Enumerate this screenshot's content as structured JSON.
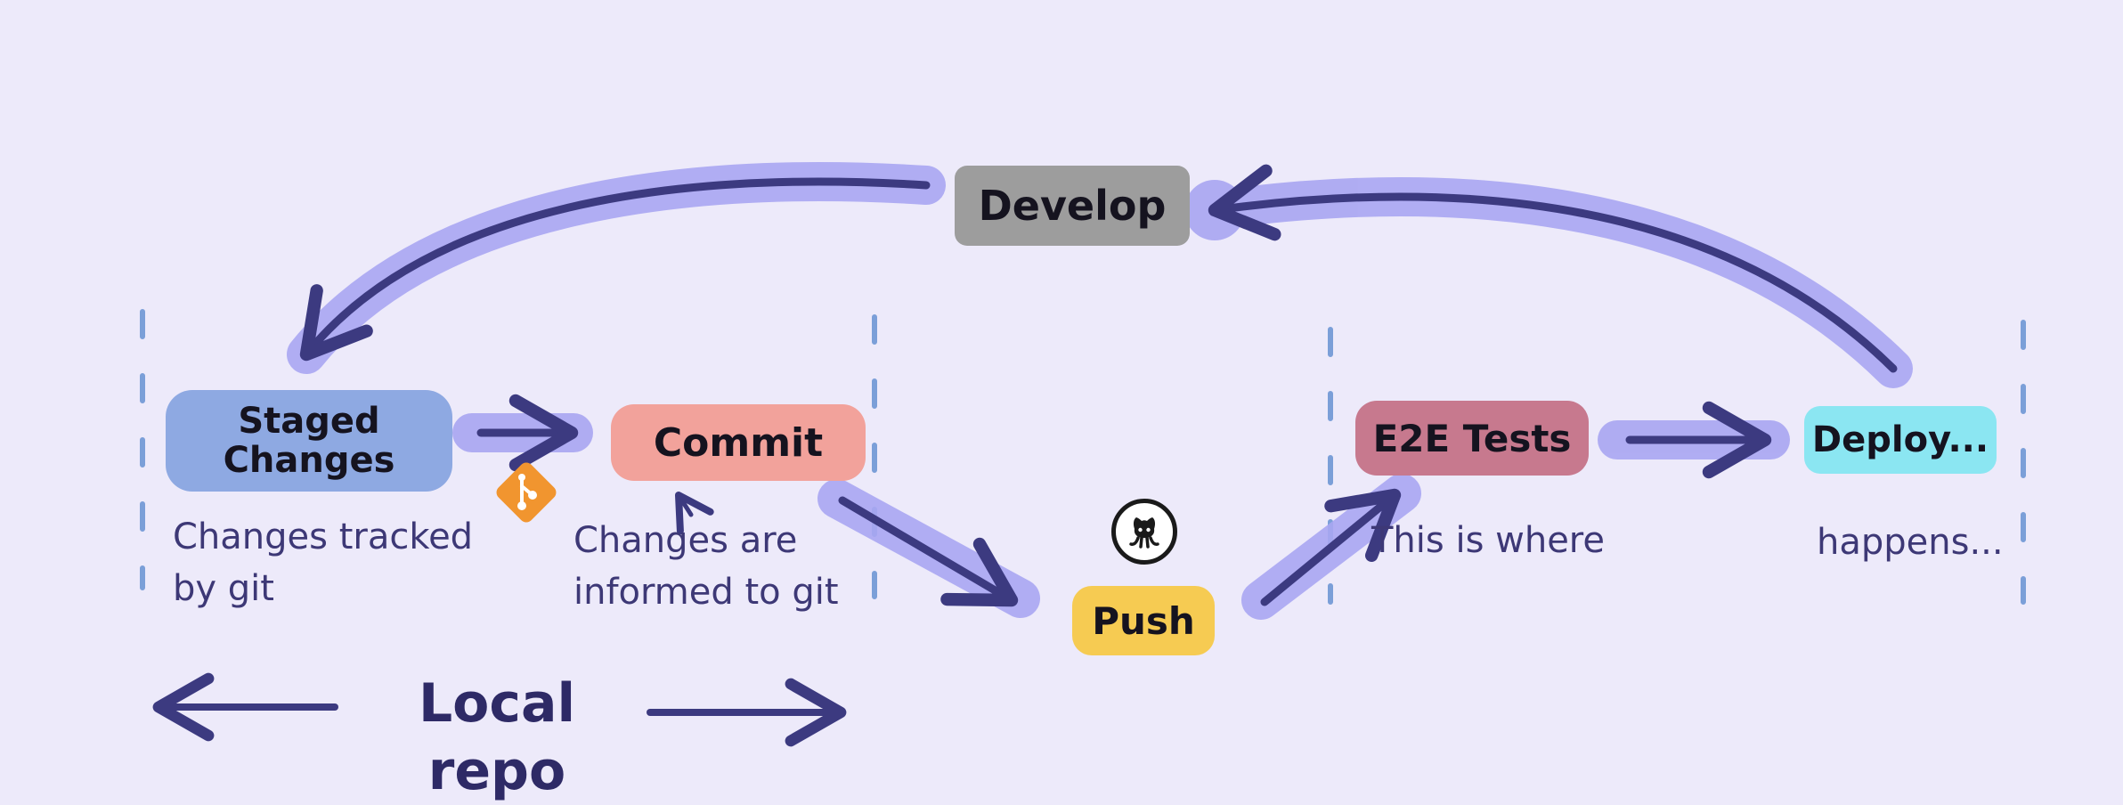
{
  "nodes": {
    "staged": {
      "line1": "Staged",
      "line2": "Changes",
      "color": "#8ea9e2"
    },
    "commit": {
      "label": "Commit",
      "color": "#f2a29b"
    },
    "develop": {
      "label": "Develop",
      "color": "#9d9d9d"
    },
    "push": {
      "label": "Push",
      "color": "#f6cb52"
    },
    "e2e": {
      "label": "E2E Tests",
      "color": "#c7798e"
    },
    "deploy": {
      "label": "Deploy...",
      "color": "#8be6f2"
    }
  },
  "notes": {
    "tracked": "Changes tracked by git",
    "informed": "Changes are informed to git",
    "where": "This is where",
    "happens": "happens..."
  },
  "footer": {
    "local_repo": "Local repo"
  },
  "icons": {
    "git": "git-logo-icon",
    "github": "github-octocat-icon"
  },
  "colors": {
    "background": "#edeafa",
    "arrow_glow": "#a9a6f2",
    "arrow_ink": "#3c3a80",
    "divider": "#7b9fd8",
    "git_orange": "#f1952f"
  }
}
